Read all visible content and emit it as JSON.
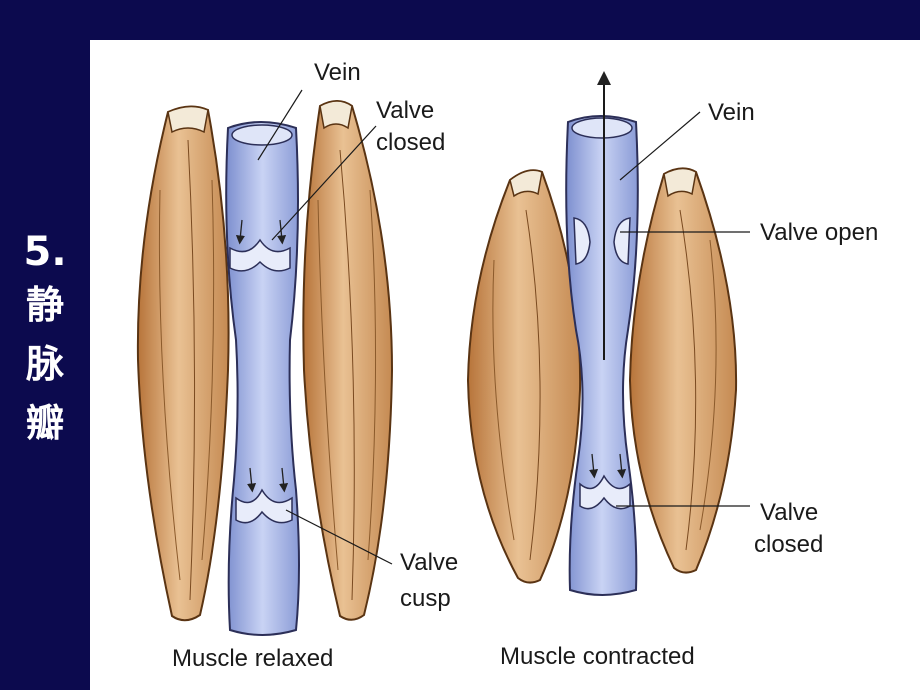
{
  "slide": {
    "title_number": "5.",
    "title_chars": [
      "静",
      "脉",
      "瓣"
    ]
  },
  "diagram": {
    "left": {
      "vein": "Vein",
      "valve_closed_line1": "Valve",
      "valve_closed_line2": "closed",
      "valve_cusp_line1": "Valve",
      "valve_cusp_line2": "cusp",
      "caption": "Muscle relaxed"
    },
    "right": {
      "vein": "Vein",
      "valve_open": "Valve open",
      "valve_closed_line1": "Valve",
      "valve_closed_line2": "closed",
      "caption": "Muscle contracted"
    }
  },
  "colors": {
    "background": "#0c0a4e",
    "panel": "#ffffff",
    "muscle": "#d9a470",
    "vein": "#a7b6e6"
  }
}
